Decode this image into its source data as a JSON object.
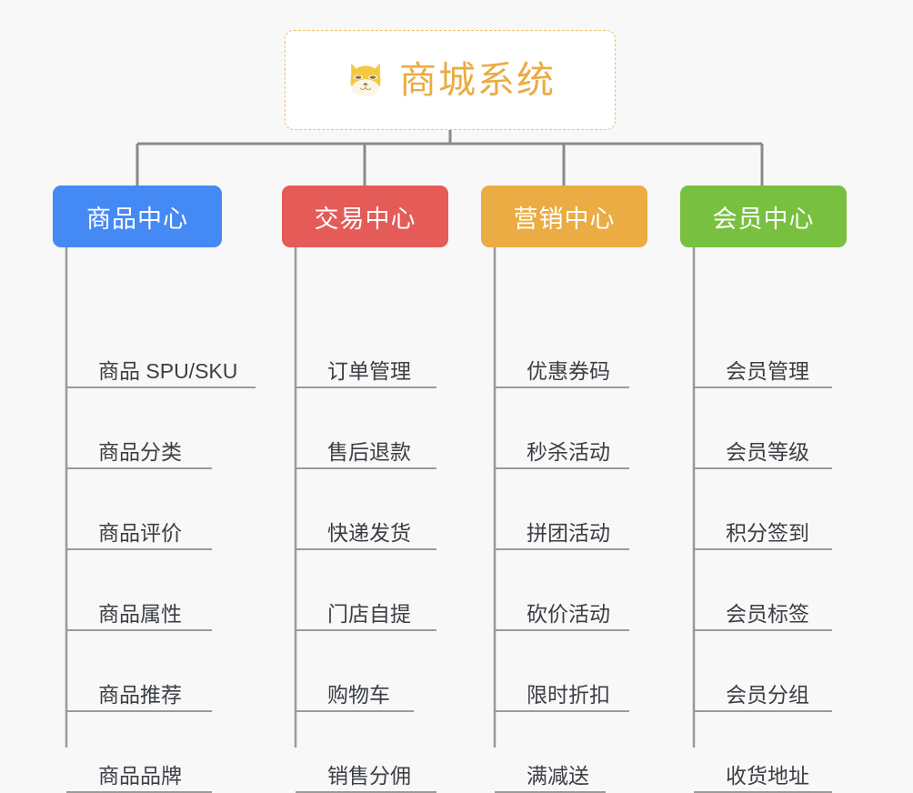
{
  "diagram": {
    "background_color": "#f8f8f8",
    "root": {
      "title": "商城系统",
      "icon": "shiba-dog-face-icon",
      "text_color": "#eaac43",
      "border_color": "#f2c063",
      "background_color": "#ffffff"
    },
    "connector_color": "#8a8a8a",
    "leaf_rule_color": "#9a9a9a",
    "leaf_text_color": "#3b3f44",
    "branches": [
      {
        "label": "商品中心",
        "color": "#4589f4",
        "items": [
          "商品 SPU/SKU",
          "商品分类",
          "商品评价",
          "商品属性",
          "商品推荐",
          "商品品牌"
        ]
      },
      {
        "label": "交易中心",
        "color": "#e45b57",
        "items": [
          "订单管理",
          "售后退款",
          "快递发货",
          "门店自提",
          "购物车",
          "销售分佣"
        ]
      },
      {
        "label": "营销中心",
        "color": "#eaac43",
        "items": [
          "优惠券码",
          "秒杀活动",
          "拼团活动",
          "砍价活动",
          "限时折扣",
          "满减送"
        ]
      },
      {
        "label": "会员中心",
        "color": "#78c040",
        "items": [
          "会员管理",
          "会员等级",
          "积分签到",
          "会员标签",
          "会员分组",
          "收货地址"
        ]
      }
    ]
  }
}
